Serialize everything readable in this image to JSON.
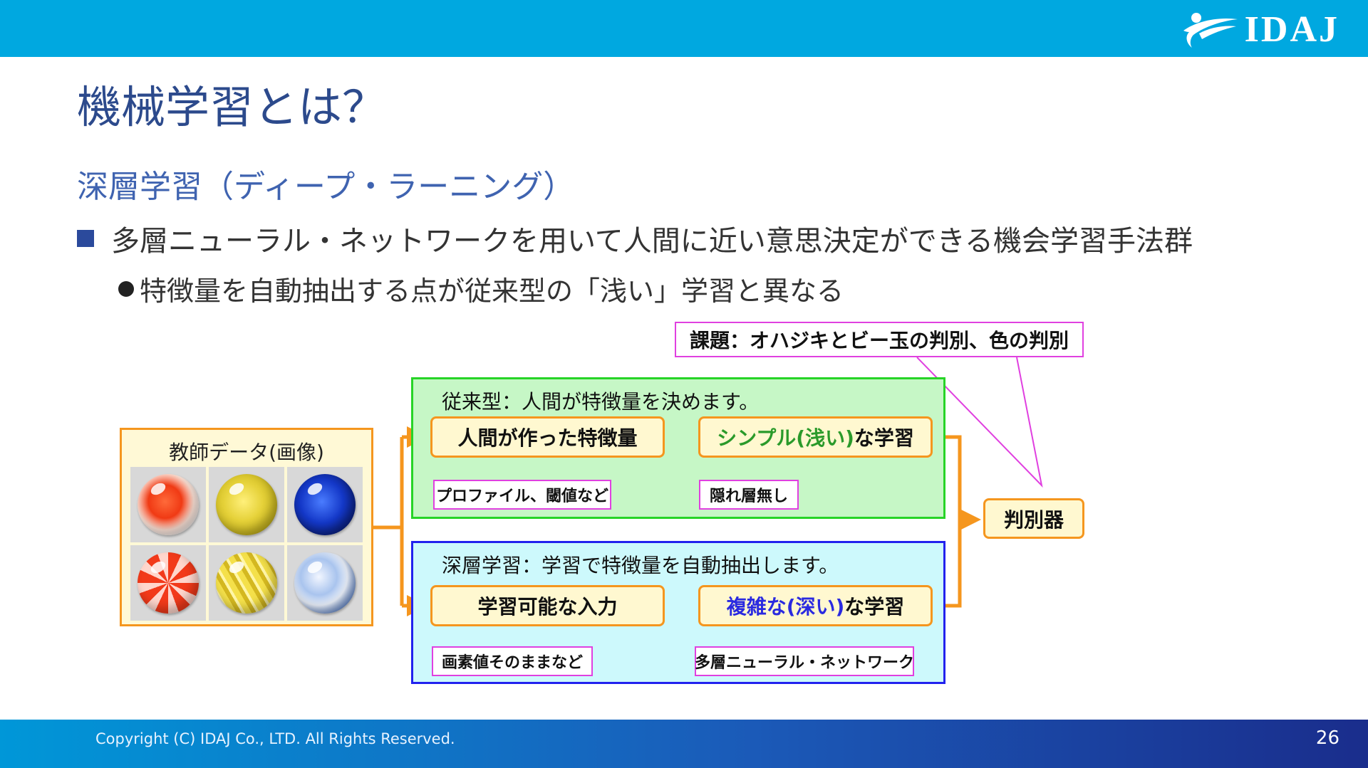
{
  "header": {
    "logo_text": "IDAJ"
  },
  "title": "機械学習とは？",
  "subtitle": "深層学習（ディープ・ラーニング）",
  "bullets": {
    "level1": "多層ニューラル・ネットワークを用いて人間に近い意思決定ができる機会学習手法群",
    "level2": "特徴量を自動抽出する点が従来型の「浅い」学習と異なる"
  },
  "diagram": {
    "task_label": "課題：オハジキとビー玉の判別、色の判別",
    "teacher_data_label": "教師データ(画像)",
    "conventional": {
      "label": "従来型：人間が特徴量を決めます。",
      "feature_box": "人間が作った特徴量",
      "learning_colored": "シンプル(浅い)",
      "learning_rest": "な学習",
      "note_feature": "プロファイル、閾値など",
      "note_learning": "隠れ層無し"
    },
    "deep": {
      "label": "深層学習：学習で特徴量を自動抽出します。",
      "feature_box": "学習可能な入力",
      "learning_colored": "複雑な(深い)",
      "learning_rest": "な学習",
      "note_feature": "画素値そのままなど",
      "note_learning": "多層ニューラル・ネットワーク"
    },
    "classifier": "判別器",
    "colors": {
      "orange": "#f5961e",
      "green_border": "#27d427",
      "blue_border": "#2222ee",
      "magenta": "#e040e0",
      "arrow_blue": "#1a1ae6",
      "arrow_red": "#e61a1a"
    }
  },
  "footer": {
    "copyright": "Copyright (C) IDAJ Co., LTD. All Rights Reserved.",
    "page_number": "26"
  }
}
